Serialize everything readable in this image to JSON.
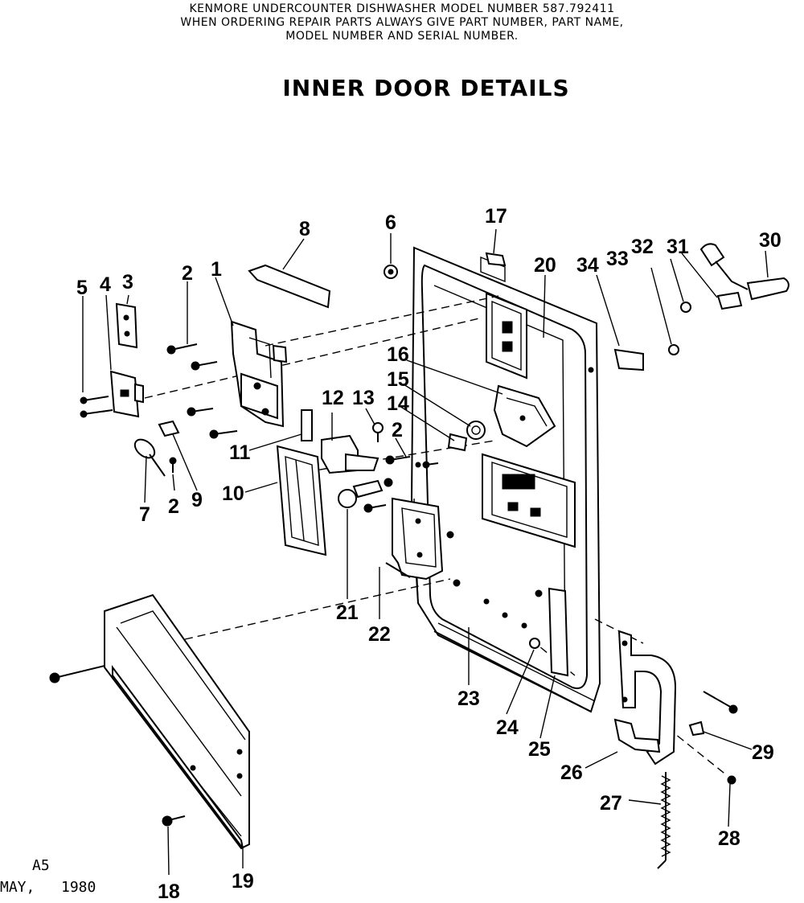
{
  "header": {
    "line1": "KENMORE UNDERCOUNTER DISHWASHER    MODEL NUMBER 587.792411",
    "line2": "WHEN ORDERING REPAIR PARTS ALWAYS GIVE PART NUMBER, PART NAME,",
    "line3": "MODEL NUMBER AND SERIAL NUMBER."
  },
  "title": "INNER DOOR DETAILS",
  "footer": {
    "code": "A5",
    "date_month": "MAY,",
    "date_year": "1980"
  },
  "callouts": [
    {
      "id": "c5",
      "text": "5"
    },
    {
      "id": "c4",
      "text": "4"
    },
    {
      "id": "c3",
      "text": "3"
    },
    {
      "id": "c2a",
      "text": "2"
    },
    {
      "id": "c1",
      "text": "1"
    },
    {
      "id": "c8",
      "text": "8"
    },
    {
      "id": "c6",
      "text": "6"
    },
    {
      "id": "c17",
      "text": "17"
    },
    {
      "id": "c20",
      "text": "20"
    },
    {
      "id": "c34",
      "text": "34"
    },
    {
      "id": "c33",
      "text": "33"
    },
    {
      "id": "c32",
      "text": "32"
    },
    {
      "id": "c31",
      "text": "31"
    },
    {
      "id": "c30",
      "text": "30"
    },
    {
      "id": "c16",
      "text": "16"
    },
    {
      "id": "c15",
      "text": "15"
    },
    {
      "id": "c14",
      "text": "14"
    },
    {
      "id": "c13",
      "text": "13"
    },
    {
      "id": "c12",
      "text": "12"
    },
    {
      "id": "c2b",
      "text": "2"
    },
    {
      "id": "c11",
      "text": "11"
    },
    {
      "id": "c10",
      "text": "10"
    },
    {
      "id": "c7",
      "text": "7"
    },
    {
      "id": "c2c",
      "text": "2"
    },
    {
      "id": "c9",
      "text": "9"
    },
    {
      "id": "c21",
      "text": "21"
    },
    {
      "id": "c22",
      "text": "22"
    },
    {
      "id": "c23",
      "text": "23"
    },
    {
      "id": "c24",
      "text": "24"
    },
    {
      "id": "c25",
      "text": "25"
    },
    {
      "id": "c29",
      "text": "29"
    },
    {
      "id": "c26",
      "text": "26"
    },
    {
      "id": "c27",
      "text": "27"
    },
    {
      "id": "c28",
      "text": "28"
    },
    {
      "id": "c18",
      "text": "18"
    },
    {
      "id": "c19",
      "text": "19"
    }
  ]
}
